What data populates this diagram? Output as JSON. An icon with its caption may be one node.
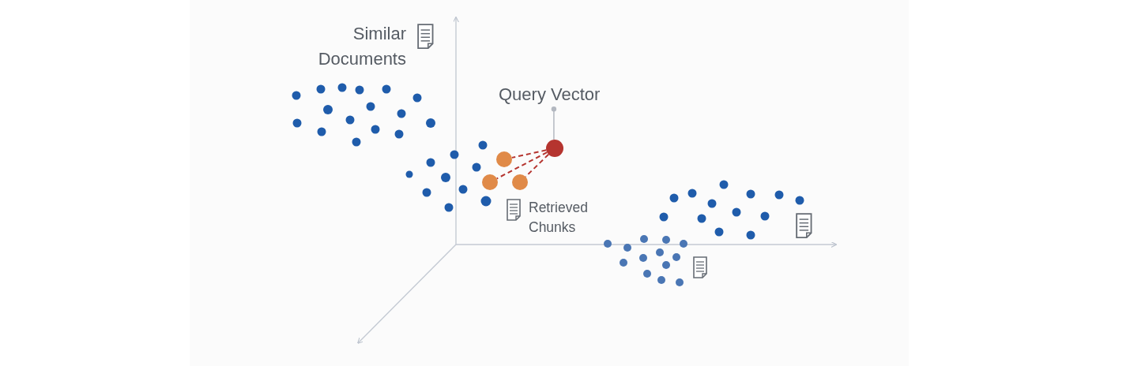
{
  "diagram": {
    "nodes": [
      {
        "text": [
          "Query Vector"
        ]
      },
      {
        "text": [],
        "shape": "circle"
      },
      {
        "text": [],
        "shape": "circle"
      },
      {
        "text": [],
        "shape": "circle"
      },
      {
        "text": [],
        "shape": "circle"
      }
    ],
    "edges": [
      {
        "from": 0,
        "to": 1,
        "arrow": "other",
        "color": "#b3b8c0"
      },
      {
        "from": 1,
        "to": 2,
        "arrow": "none",
        "style": "dashed",
        "color": "#b5342f"
      },
      {
        "from": 1,
        "to": 3,
        "arrow": "none",
        "style": "dashed",
        "color": "#b5342f"
      },
      {
        "from": 1,
        "to": 4,
        "arrow": "none",
        "style": "dashed",
        "color": "#b5342f"
      }
    ],
    "labels": [
      "Similar Documents",
      "Retrieved Chunks"
    ]
  }
}
